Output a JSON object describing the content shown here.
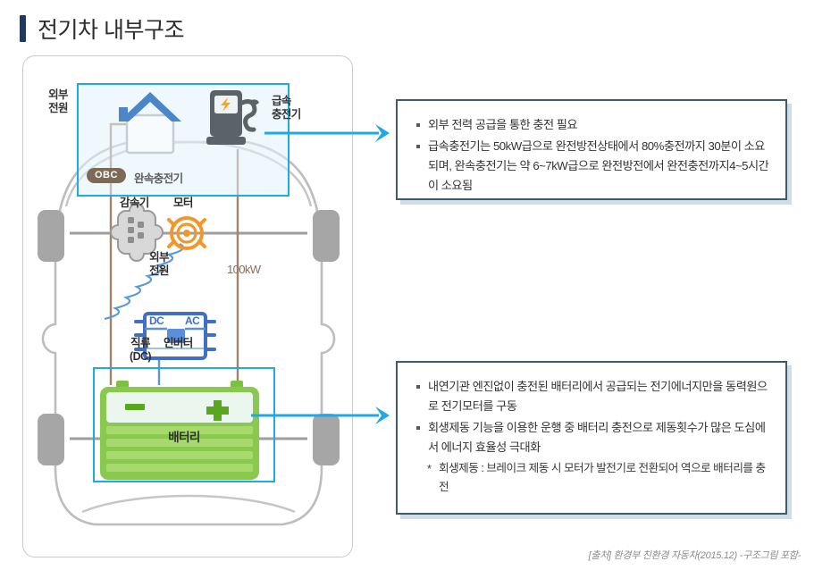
{
  "header": {
    "title": "전기차 내부구조"
  },
  "diagram": {
    "house": {
      "name": "external-power-house",
      "label_line1": "외부",
      "label_line2": "전원",
      "roof_color": "#4a86c8"
    },
    "charger": {
      "name": "fast-charger",
      "label_line1": "급속",
      "label_line2": "충전기",
      "body_color": "#5b6268",
      "bolt_color": "#f5a623"
    },
    "obc": {
      "badge": "OBC",
      "label": "완속충전기",
      "badge_color": "#7b6a56"
    },
    "components": {
      "reducer": "감속기",
      "motor": "모터",
      "external_power": "외부\n전원",
      "external_power_l1": "외부",
      "external_power_l2": "전원",
      "power_rating": "100kW",
      "dc_l1": "직류",
      "dc_l2": "(DC)",
      "inverter": "인버터",
      "inverter_dc": "DC",
      "inverter_ac": "AC",
      "battery": "배터리"
    },
    "colors": {
      "highlight_border": "#21a9e1",
      "arrow": "#1fa8e8",
      "battery_green": "#7cc242",
      "motor_orange": "#f3972b",
      "inverter_blue": "#3f70c4",
      "wire_brown": "#a3826c",
      "car_outline": "#b9b9b9"
    }
  },
  "callouts": [
    {
      "name": "charging-callout",
      "bullets": [
        "외부 전력 공급을 통한 충전 필요",
        "급속충전기는 50kW급으로 완전방전상태에서 80%충전까지 30분이 소요되며, 완속충전기는 약 6~7kW급으로 완전방전에서 완전충전까지4~5시간이 소요됨"
      ],
      "notes": []
    },
    {
      "name": "battery-callout",
      "bullets": [
        "내연기관 엔진없이 충전된 배터리에서 공급되는 전기에너지만을 동력원으로 전기모터를 구동",
        "회생제동 기능을 이용한 운행 중 배터리 충전으로 제동횟수가 많은 도심에서 에너지 효율성 극대화"
      ],
      "notes": [
        "회생제동 : 브레이크 제동 시 모터가 발전기로 전환되어 역으로 배터리를 충전"
      ]
    }
  ],
  "footer": {
    "source": "[출처] 환경부 친환경 자동차(2015.12) -구조그림 포함-"
  }
}
